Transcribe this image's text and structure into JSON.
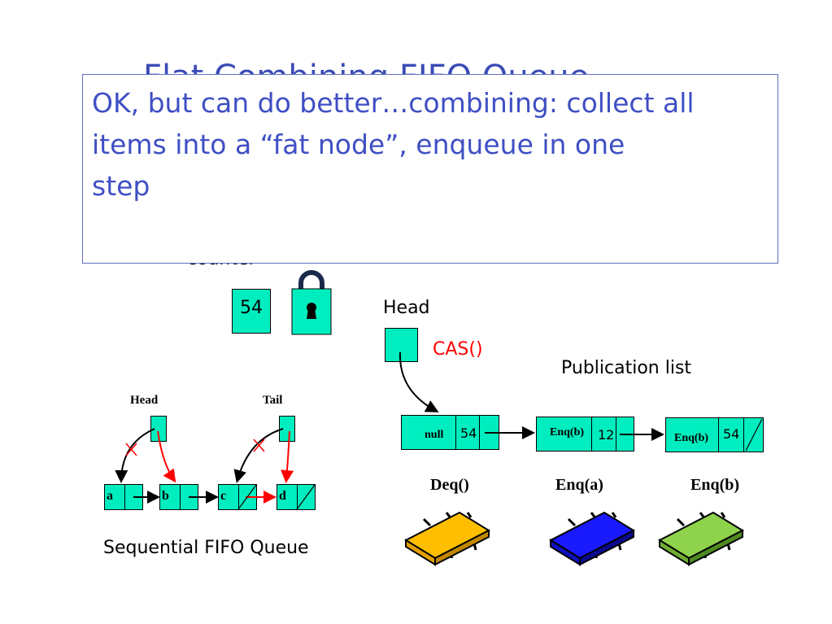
{
  "slide": {
    "title_partial": "Flat Combining FIFO Queue",
    "callout_text": "OK, but can do better…combining: collect all\n items into a “fat node”, enqueue in one\nstep",
    "counter_label": "counter",
    "counter_value": "54",
    "lock_icon": "padlock-icon"
  },
  "head_pointer": {
    "label": "Head",
    "cas_label": "CAS()"
  },
  "publication": {
    "label": "Publication list",
    "nodes": [
      {
        "op": "null",
        "value": "54"
      },
      {
        "op": "Enq(b)",
        "value": "12"
      },
      {
        "op": "Enq(b)",
        "value": "54"
      }
    ]
  },
  "threads": [
    {
      "label": "Deq()",
      "color": "#ffbf00"
    },
    {
      "label": "Enq(a)",
      "color": "#1a1aff"
    },
    {
      "label": "Enq(b)",
      "color": "#8fd24c"
    }
  ],
  "sequential_queue": {
    "title": "Sequential FIFO Queue",
    "head_label": "Head",
    "tail_label": "Tail",
    "nodes": [
      "a",
      "b",
      "c",
      "d"
    ]
  },
  "colors": {
    "node_fill": "#00eebf",
    "title_blue": "#3f4fc4",
    "cas_red": "#ff0000"
  }
}
